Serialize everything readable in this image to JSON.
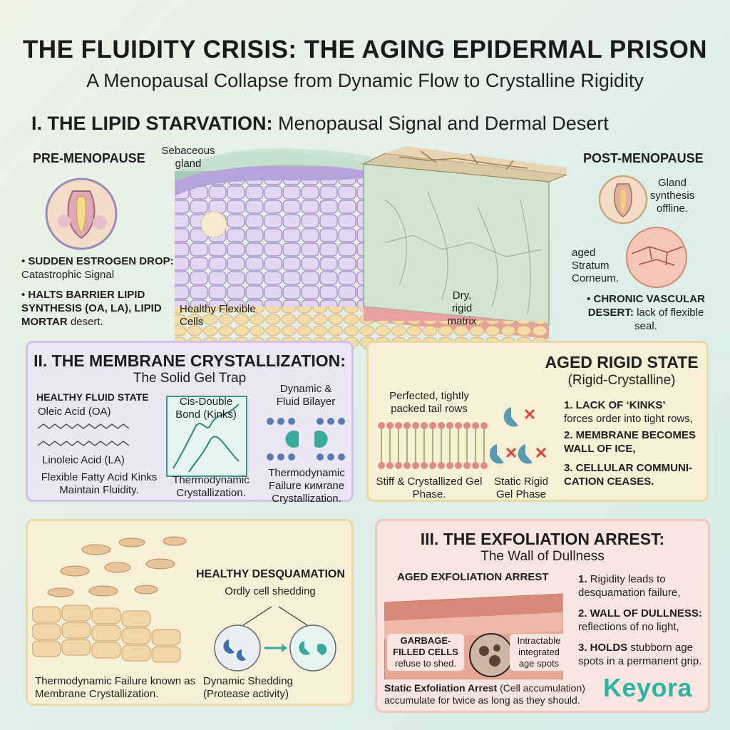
{
  "header": {
    "title": "THE FLUIDITY CRISIS: THE AGING EPIDERMAL PRISON",
    "subtitle": "A Menopausal Collapse from Dynamic Flow to Crystalline Rigidity"
  },
  "section1": {
    "title_bold": "I. THE LIPID STARVATION:",
    "title_rest": "Menopausal Signal and Dermal Desert",
    "pre": {
      "heading": "PRE-MENOPAUSE",
      "bullet1_bold": "SUDDEN ESTROGEN DROP:",
      "bullet1_rest": "Catastrophic Signal",
      "bullet2_bold": "HALTS BARRIER LIPID SYNTHESIS (OA, LA), LIPID MORTAR",
      "bullet2_rest": "desert."
    },
    "sebaceous_label": "Sebaceous gland",
    "healthy_cells_label": "Healthy Flexible Cells",
    "dry_matrix_label": "Dry, rigid matrix",
    "post": {
      "heading": "POST-MENOPAUSE",
      "gland_label": "Gland synthesis offline.",
      "stratum_label": "aged Stratum Corneum.",
      "bullet_bold": "CHRONIC VASCULAR DESERT:",
      "bullet_rest": "lack of flexible seal."
    }
  },
  "section2": {
    "title": "II. THE MEMBRANE CRYSTALLIZATION:",
    "subtitle": "The Solid Gel Trap",
    "healthy_state": "HEALTHY FLUID STATE",
    "oleic": "Oleic Acid (OA)",
    "linoleic": "Linoleic Acid (LA)",
    "flex_caption": "Flexible Fatty Acid Kinks Maintain Fluidity.",
    "cis_label": "Cis-Double Bond (Kinks)",
    "thermo_caption": "Thermodynamic Crystallization.",
    "bilayer_label": "Dynamic & Fluid Bilayer",
    "failure_caption": "Thermodynamic Failure ᴋᴎᴍrane Crystallization."
  },
  "aged": {
    "title": "AGED RIGID STATE",
    "subtitle": "(Rigid-Crystalline)",
    "packed_label": "Perfected, tightly packed tail rows",
    "stiff_caption": "Stiff & Crystallized Gel Phase.",
    "static_caption": "Static Rigid Gel Phase",
    "points": [
      {
        "bold": "1. LACK OF ‘KINKS’",
        "rest": "forces order into tight rows,"
      },
      {
        "bold": "2. MEMBRANE BECOMES WALL OF ICE,",
        "rest": ""
      },
      {
        "bold": "3. CELLULAR COMMUNI-CATION CEASES.",
        "rest": ""
      }
    ]
  },
  "desquamation": {
    "title": "HEALTHY DESQUAMATION",
    "subtitle": "Ordly cell shedding",
    "left_caption": "Thermodynamic Failure known as Membrane Crystallization.",
    "right_caption": "Dynamic Shedding (Protease activity)"
  },
  "section3": {
    "title": "III. THE EXFOLIATION ARREST:",
    "subtitle": "The Wall of Dullness",
    "aged_label": "AGED EXFOLIATION ARREST",
    "garbage_bold": "GARBAGE-FILLED CELLS",
    "garbage_rest": "refuse to shed.",
    "spots_label": "Intractable integrated age spots",
    "points": [
      {
        "bold": "1.",
        "rest": "Rigidity leads to desquamation failure,"
      },
      {
        "bold": "2. WALL OF DULLNESS:",
        "rest": "reflections of no light,"
      },
      {
        "bold": "3. HOLDS",
        "rest": "stubborn age spots in a permanent grip."
      }
    ],
    "footer_bold": "Static Exfoliation Arrest",
    "footer_rest": "(Cell accumulation) accumulate for twice as long as they should."
  },
  "brand": {
    "logo_text": "Keyora"
  },
  "colors": {
    "lavender": "#c9b8e6",
    "cream": "#f7efd6",
    "pink": "#f8e5e0",
    "teal": "#2fb3a4",
    "redx": "#d9463b"
  }
}
